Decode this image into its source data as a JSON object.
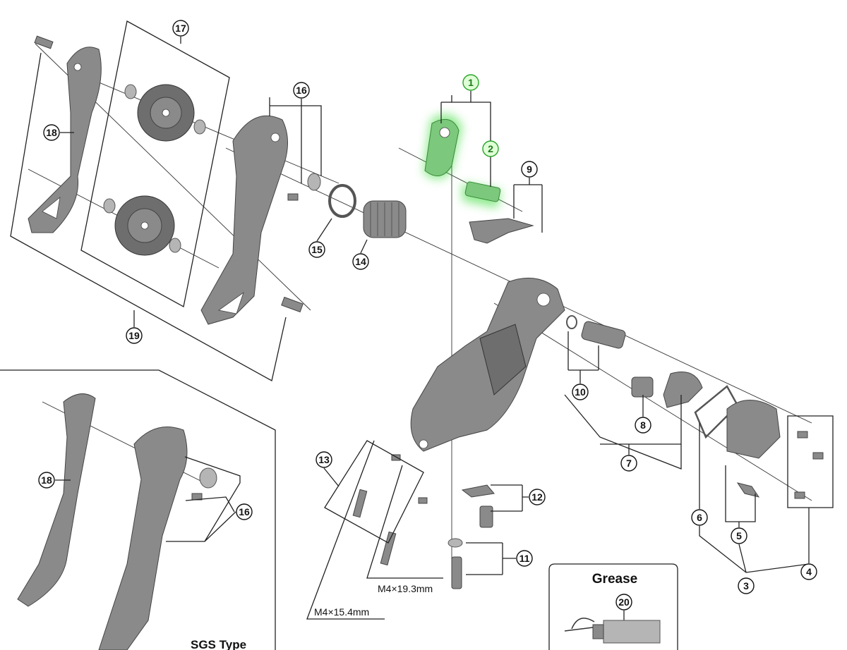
{
  "callouts": {
    "c1": "1",
    "c2": "2",
    "c3": "3",
    "c4": "4",
    "c5": "5",
    "c6": "6",
    "c7": "7",
    "c8": "8",
    "c9": "9",
    "c10": "10",
    "c11": "11",
    "c12": "12",
    "c13": "13",
    "c14": "14",
    "c15": "15",
    "c16": "16",
    "c16b": "16",
    "c17": "17",
    "c18": "18",
    "c18b": "18",
    "c19": "19",
    "c20": "20"
  },
  "labels": {
    "bolt_long": "M4×19.3mm",
    "bolt_short": "M4×15.4mm",
    "grease_title": "Grease",
    "sgs_title": "SGS Type"
  },
  "highlight_color": "#3ddc3d"
}
